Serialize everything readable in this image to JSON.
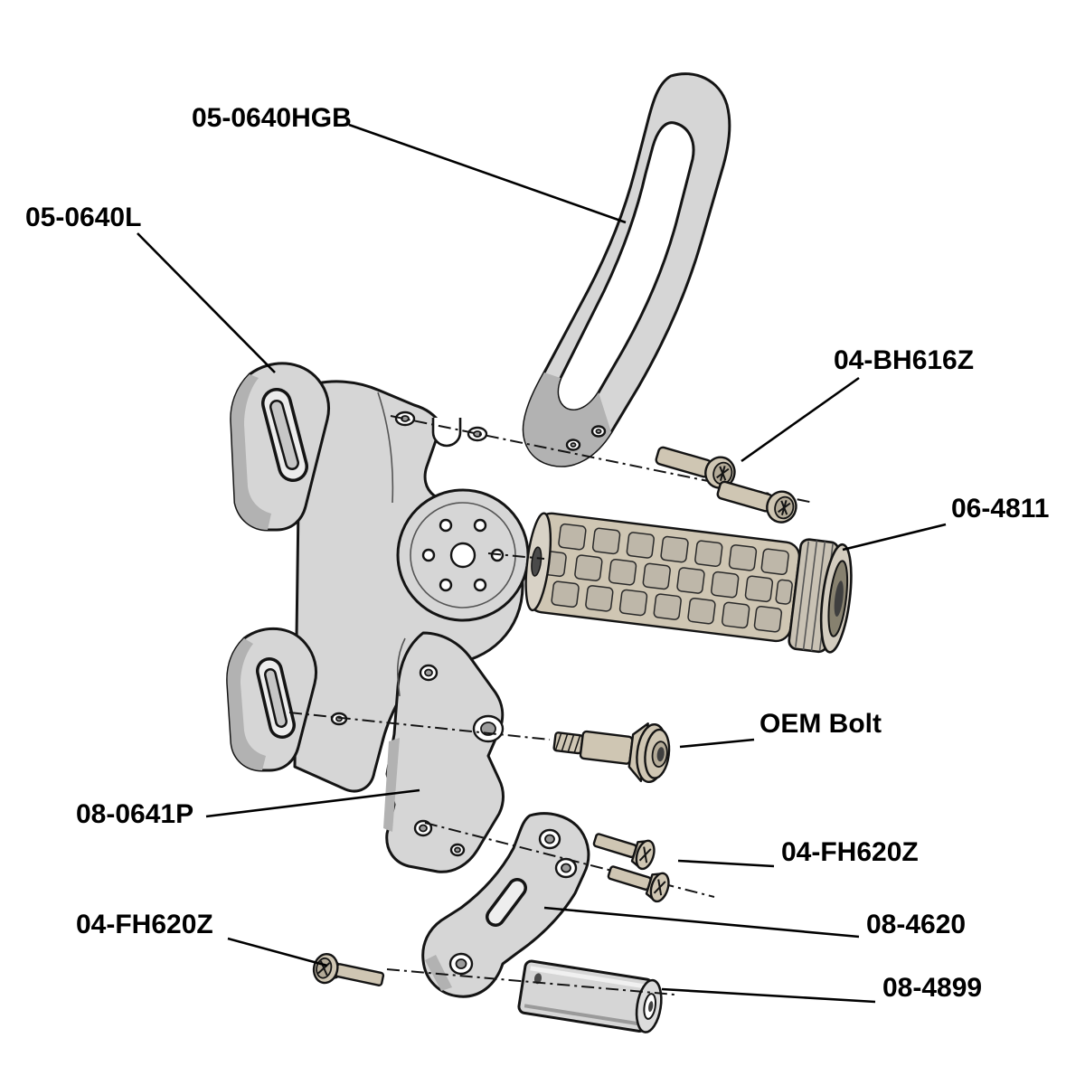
{
  "diagram": {
    "type": "exploded-parts-diagram",
    "labels": [
      {
        "id": "heel-guard-bracket",
        "text": "05-0640HGB"
      },
      {
        "id": "main-bracket",
        "text": "05-0640L"
      },
      {
        "id": "button-head-bolts",
        "text": "04-BH616Z"
      },
      {
        "id": "footpeg",
        "text": "06-4811"
      },
      {
        "id": "oem-bolt",
        "text": "OEM Bolt"
      },
      {
        "id": "shift-plate",
        "text": "08-0641P"
      },
      {
        "id": "flat-head-bolts-right",
        "text": "04-FH620Z"
      },
      {
        "id": "link-arm",
        "text": "08-4620"
      },
      {
        "id": "flat-head-bolt-left",
        "text": "04-FH620Z"
      },
      {
        "id": "spacer",
        "text": "08-4899"
      }
    ],
    "colors": {
      "background": "#ffffff",
      "part_fill": "#d6d6d6",
      "part_shadow": "#b2b2b2",
      "bolt_fill": "#cfc6b3",
      "outline": "#141414",
      "label_text": "#000000"
    }
  }
}
